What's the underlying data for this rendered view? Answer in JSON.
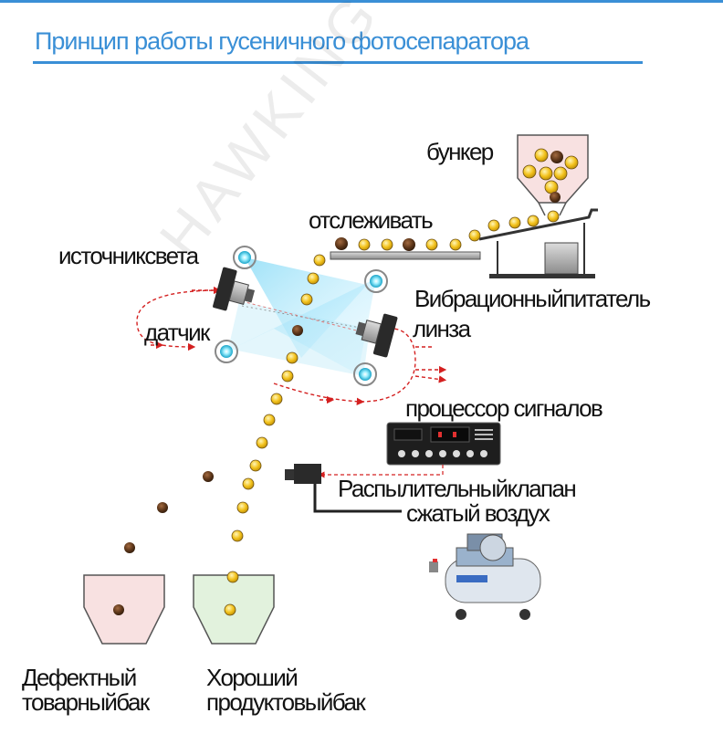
{
  "title": "Принцип работы гусеничного фотосепаратора",
  "watermark": "HAWKING",
  "labels": {
    "hopper": "бункер",
    "track": "отслеживать",
    "light_source": "источниксвета",
    "vibratory_feeder": "Вибрационныйпитатель",
    "sensor": "датчик",
    "lens": "линза",
    "signal_processor": "процессор сигналов",
    "spray_valve": "Распылительныйклапан",
    "compressed_air": "сжатый воздух",
    "defect_bin_line1": "Дефектный",
    "defect_bin_line2": "товарныйбак",
    "good_bin_line1": "Хороший",
    "good_bin_line2": "продуктовыйбак"
  },
  "colors": {
    "accent": "#3a8fd6",
    "good_grain": "#f3c21c",
    "defect_grain": "#5a3418",
    "signal_line": "#d42020",
    "defect_bin_fill": "#f8e1e1",
    "good_bin_fill": "#e2f2dd"
  },
  "icons": [
    "hopper-icon",
    "vibratory-feeder-icon",
    "light-source-icon",
    "sensor-camera-icon",
    "signal-processor-icon",
    "spray-valve-icon",
    "air-compressor-icon",
    "bin-icon"
  ]
}
